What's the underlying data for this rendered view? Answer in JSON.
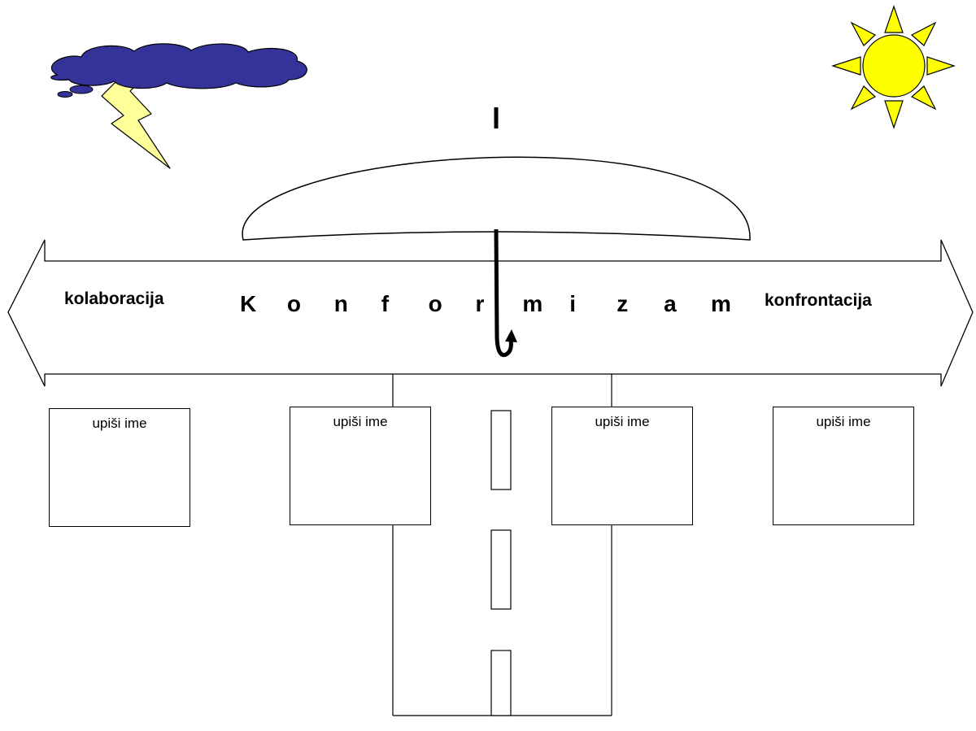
{
  "spectrum": {
    "left_label": "kolaboracija",
    "center_label": "Konformizam",
    "right_label": "konfrontacija"
  },
  "boxes": [
    {
      "label": "upiši ime"
    },
    {
      "label": "upiši ime"
    },
    {
      "label": "upiši ime"
    },
    {
      "label": "upiši ime"
    }
  ],
  "icons": {
    "storm": "storm-cloud-icon",
    "sun": "sun-icon",
    "umbrella": "umbrella-icon"
  },
  "colors": {
    "cloud": "#333399",
    "lightning": "#ffff99",
    "sun": "#ffff00",
    "line": "#000000"
  }
}
